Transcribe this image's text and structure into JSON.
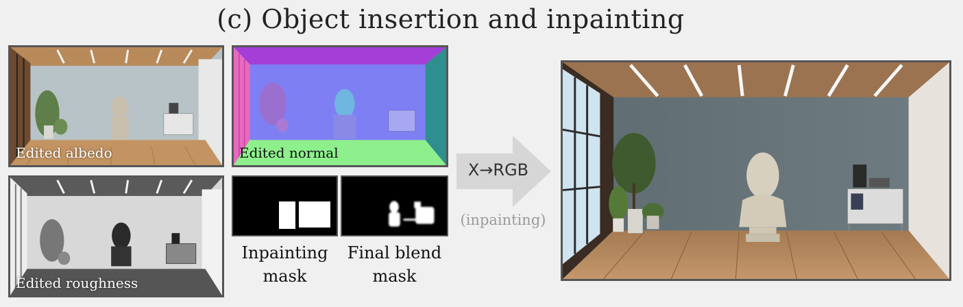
{
  "title": "(c) Object insertion and inpainting",
  "panels": {
    "albedo": "Edited albedo",
    "normal": "Edited normal",
    "roughness": "Edited roughness"
  },
  "masks": {
    "inpainting": [
      "Inpainting",
      "mask"
    ],
    "final_blend": [
      "Final blend",
      "mask"
    ]
  },
  "arrow": {
    "label": "X→RGB",
    "sub": "(inpainting)"
  },
  "colors": {
    "background": "#f0f0f0",
    "frame": "#555555",
    "arrow": "#d6d6d6",
    "normal_wall": "#7f7ff4",
    "normal_floor": "#8ef08c",
    "normal_ceiling": "#a33fd6"
  }
}
